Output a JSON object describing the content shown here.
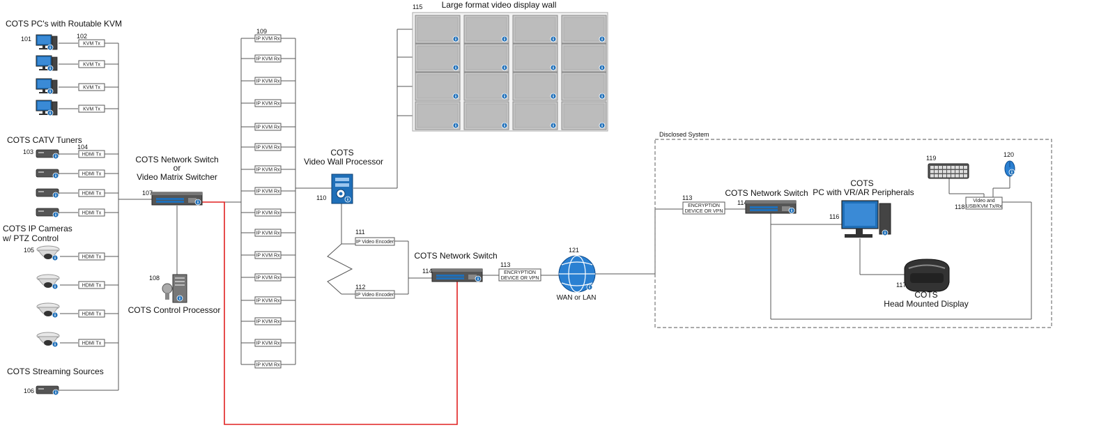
{
  "headers": {
    "kvm_pcs": "COTS PC's with Routable KVM",
    "catv": "COTS CATV Tuners",
    "ipcam1": "COTS IP Cameras",
    "ipcam2": "w/ PTZ Control",
    "streaming": "COTS Streaming Sources",
    "switch1_l1": "COTS Network Switch",
    "switch1_l2": "or",
    "switch1_l3": "Video Matrix Switcher",
    "control": "COTS Control Processor",
    "vwp_l1": "COTS",
    "vwp_l2": "Video Wall Processor",
    "wall": "Large format video display wall",
    "switch2": "COTS Network Switch",
    "wan": "WAN or LAN",
    "disclosed": "Disclosed System",
    "switch3": "COTS Network Switch",
    "pc_l1": "COTS",
    "pc_l2": "PC with VR/AR Peripherals",
    "hmd_l1": "COTS",
    "hmd_l2": "Head Mounted Display"
  },
  "numbers": {
    "n101": "101",
    "n102": "102",
    "n103": "103",
    "n104": "104",
    "n105": "105",
    "n106": "106",
    "n107": "107",
    "n108": "108",
    "n109": "109",
    "n110": "110",
    "n111": "111",
    "n112": "112",
    "n113a": "113",
    "n113b": "113",
    "n114a": "114",
    "n114b": "114",
    "n115": "115",
    "n116": "116",
    "n117": "117",
    "n118": "118",
    "n119": "119",
    "n120": "120",
    "n121": "121"
  },
  "labels": {
    "kvm_tx": "KVM Tx",
    "hdmi_tx": "HDMI Tx",
    "ip_kvm_rx": "IP KVM Rx",
    "ip_video_encoder": "IP Video Encoder",
    "encryption_l1": "ENCRYPTION",
    "encryption_l2": "DEVICE OR VPN",
    "usb_l1": "Video and",
    "usb_l2": "USB/KVM Tx/Rx"
  },
  "colors": {
    "accent_red": "#e02020",
    "wire": "#555555",
    "device_blue": "#1f6fb8",
    "screen_gray": "#c8c8c8"
  }
}
